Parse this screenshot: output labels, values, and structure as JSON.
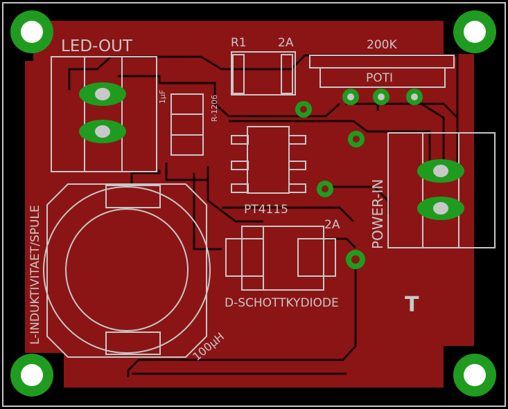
{
  "colors": {
    "background": "#000000",
    "board_outline": "#c8c8c8",
    "copper": "#8b1515",
    "trace": "#1a0404",
    "silk": "#c8c8c8",
    "pad": "#1f9c1f",
    "drill": "#ffffff"
  },
  "labels": {
    "led_out": "LED-OUT",
    "r1": "R1",
    "r1_rating": "2A",
    "pot_value": "200K",
    "poti": "POTI",
    "cap_value": "1µF",
    "cap_package": "R-1206",
    "ic": "PT4115",
    "diode_rating": "2A",
    "power_in": "POWER-IN",
    "inductor": "L-INDUKTIVITAET/SPULE",
    "inductor_value": "100µH",
    "diode": "D-SCHOTTKYDIODE",
    "marker": "T"
  },
  "icons": {
    "mounting_hole": "mounting-hole-icon",
    "via": "via-icon",
    "pad": "pad-icon"
  }
}
